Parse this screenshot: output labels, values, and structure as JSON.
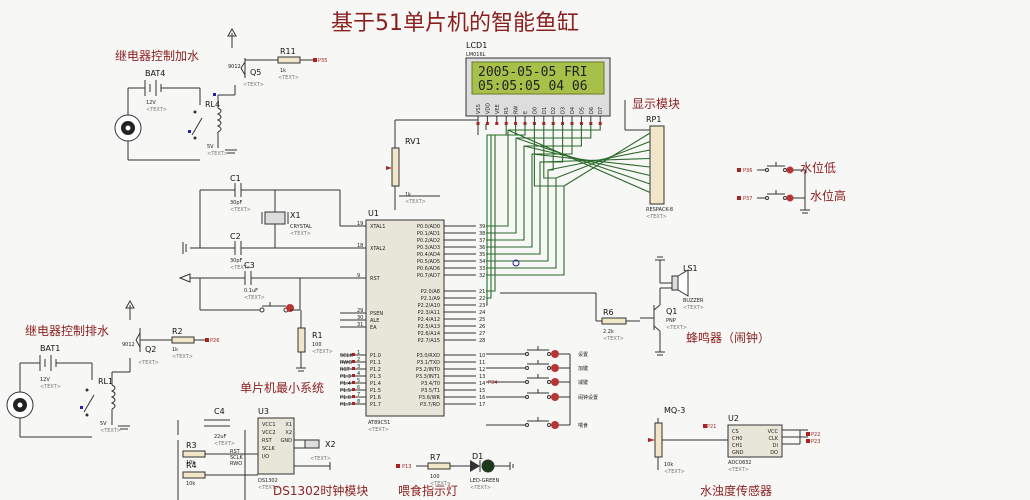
{
  "title": "基于51单片机的智能鱼缸",
  "sections": {
    "relay_in": "继电器控制加水",
    "relay_out": "继电器控制排水",
    "mcu_min": "单片机最小系统",
    "display": "显示模块",
    "water_low": "水位低",
    "water_high": "水位高",
    "buzzer": "蜂鸣器（闹钟）",
    "rtc": "DS1302时钟模块",
    "feed_led": "喂食指示灯",
    "turbidity": "水浊度传感器"
  },
  "keys": [
    "设置",
    "加键",
    "减键",
    "闹钟设置",
    "喂食"
  ],
  "lcd": {
    "ref": "LCD1",
    "model": "LM016L",
    "line1": "2005-05-05 FRI",
    "line2": "05:05:05  04 06",
    "pins": [
      "VSS",
      "VDD",
      "VEE",
      "RS",
      "RW",
      "E",
      "D0",
      "D1",
      "D2",
      "D3",
      "D4",
      "D5",
      "D6",
      "D7"
    ]
  },
  "mcu": {
    "ref": "U1",
    "model": "AT89C51",
    "left_pins": [
      "XTAL1",
      "XTAL2",
      "RST",
      "PSEN",
      "ALE",
      "EA",
      "P1.0",
      "P1.1",
      "P1.2",
      "P1.3",
      "P1.4",
      "P1.5",
      "P1.6",
      "P1.7"
    ],
    "right_pins": [
      "P0.0/AD0",
      "P0.1/AD1",
      "P0.2/AD2",
      "P0.3/AD3",
      "P0.4/AD4",
      "P0.5/AD5",
      "P0.6/AD6",
      "P0.7/AD7",
      "P2.0/A8",
      "P2.1/A9",
      "P2.2/A10",
      "P2.3/A11",
      "P2.4/A12",
      "P2.5/A13",
      "P2.6/A14",
      "P2.7/A15",
      "P3.0/RXD",
      "P3.1/TXD",
      "P3.2/INT0",
      "P3.3/INT1",
      "P3.4/T0",
      "P3.5/T1",
      "P3.6/WR",
      "P3.7/RD"
    ],
    "pin_nums_left": [
      "19",
      "18",
      "9",
      "29",
      "30",
      "31",
      "1",
      "2",
      "3",
      "4",
      "5",
      "6",
      "7",
      "8"
    ],
    "pin_nums_right": [
      "39",
      "38",
      "37",
      "36",
      "35",
      "34",
      "33",
      "32",
      "21",
      "22",
      "23",
      "24",
      "25",
      "26",
      "27",
      "28",
      "10",
      "11",
      "12",
      "13",
      "14",
      "15",
      "16",
      "17"
    ],
    "p1_labels": [
      "SCLK",
      "RWO",
      "RST",
      "P1.3",
      "P1.4",
      "P1.5",
      "P1.6",
      "P1.7"
    ]
  },
  "parts": {
    "bat4": "BAT4",
    "bat1": "BAT1",
    "v12": "12V",
    "v5": "5V",
    "rl4": "RL4",
    "rl1": "RL1",
    "q5": "Q5",
    "q2": "Q2",
    "q1": "Q1",
    "t9012": "9012",
    "pnp": "PNP",
    "r11": "R11",
    "r2": "R2",
    "r6": "R6",
    "r1": "R1",
    "r3": "R3",
    "r4": "R4",
    "r7": "R7",
    "k1": "1k",
    "k1b": "1k",
    "k22": "2.2k",
    "r100": "100",
    "r100b": "100",
    "k10a": "10k",
    "k10b": "10k",
    "k10c": "10k",
    "p35": "P35",
    "p26": "P26",
    "p36": "P36",
    "p37": "P37",
    "p13": "P13",
    "p34": "P34",
    "p21": "P21",
    "p22": "P22",
    "p23": "P23",
    "c1": "C1",
    "c2": "C2",
    "c3": "C3",
    "c4": "C4",
    "c30a": "30pF",
    "c30b": "30pF",
    "c01": "0.1uF",
    "c22": "22uF",
    "x1": "X1",
    "x2": "X2",
    "crystal": "CRYSTAL",
    "rv1": "RV1",
    "rv1k": "1k",
    "rp1": "RP1",
    "respack": "RESPACK-8",
    "ls1": "LS1",
    "buzzer": "BUZZER",
    "u2": "U2",
    "adc": "ADC0832",
    "mq3": "MQ-3",
    "u3": "U3",
    "ds1302": "DS1302",
    "d1": "D1",
    "led": "LED-GREEN",
    "text": "<TEXT>",
    "adc_pins": [
      "CS",
      "CH0",
      "CH1",
      "GND",
      "VCC",
      "CLK",
      "DI",
      "DO"
    ],
    "ds_pins": [
      "VCC1",
      "VCC2",
      "RST",
      "SCLK",
      "I/O",
      "X1",
      "X2",
      "GND"
    ],
    "ds_lbl": [
      "RST",
      "SCLK",
      "RWO"
    ]
  }
}
